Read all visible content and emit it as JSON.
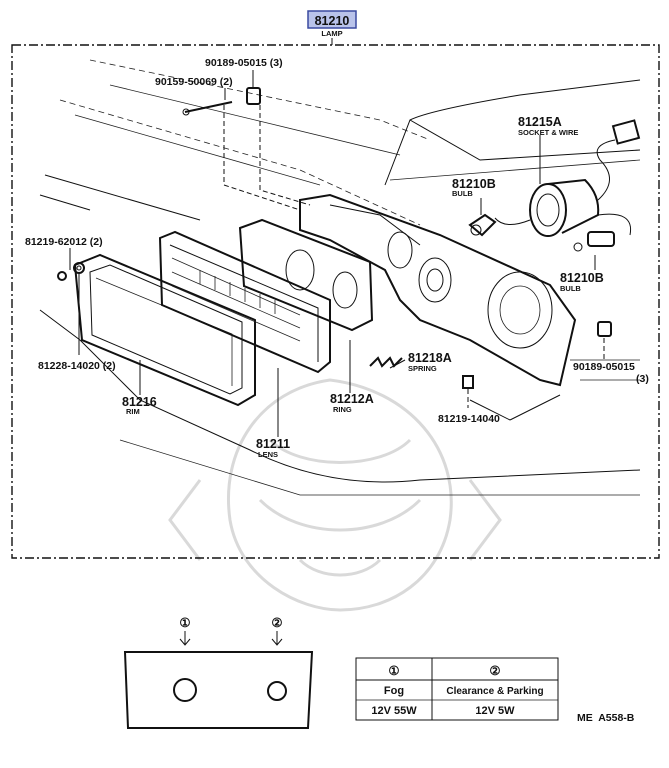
{
  "header": {
    "part_number": "81210",
    "part_name": "LAMP"
  },
  "callouts": [
    {
      "key": "c_90189_top",
      "number": "90189-05015 (3)",
      "name": ""
    },
    {
      "key": "c_90159",
      "number": "90159-50069 (2)",
      "name": ""
    },
    {
      "key": "c_81215a",
      "number": "81215A",
      "name": "SOCKET & WIRE"
    },
    {
      "key": "c_81210b_a",
      "number": "81210B",
      "name": "BULB"
    },
    {
      "key": "c_81210b_b",
      "number": "81210B",
      "name": "BULB"
    },
    {
      "key": "c_81219_62012",
      "number": "81219-62012 (2)",
      "name": ""
    },
    {
      "key": "c_81228",
      "number": "81228-14020 (2)",
      "name": ""
    },
    {
      "key": "c_81216",
      "number": "81216",
      "name": "RIM"
    },
    {
      "key": "c_81211",
      "number": "81211",
      "name": "LENS"
    },
    {
      "key": "c_81212a",
      "number": "81212A",
      "name": "RING"
    },
    {
      "key": "c_81218a",
      "number": "81218A",
      "name": "SPRING"
    },
    {
      "key": "c_81219_14040",
      "number": "81219-14040",
      "name": ""
    },
    {
      "key": "c_90189_right",
      "number": "90189-05015",
      "name": "(3)"
    }
  ],
  "inset": {
    "markers": [
      "①",
      "②"
    ]
  },
  "spec_table": {
    "headers": [
      "①",
      "②"
    ],
    "rows": [
      [
        "Fog",
        "Clearance & Parking"
      ],
      [
        "12V 55W",
        "12V 5W"
      ]
    ]
  },
  "footer_code": "ME  A558-B"
}
